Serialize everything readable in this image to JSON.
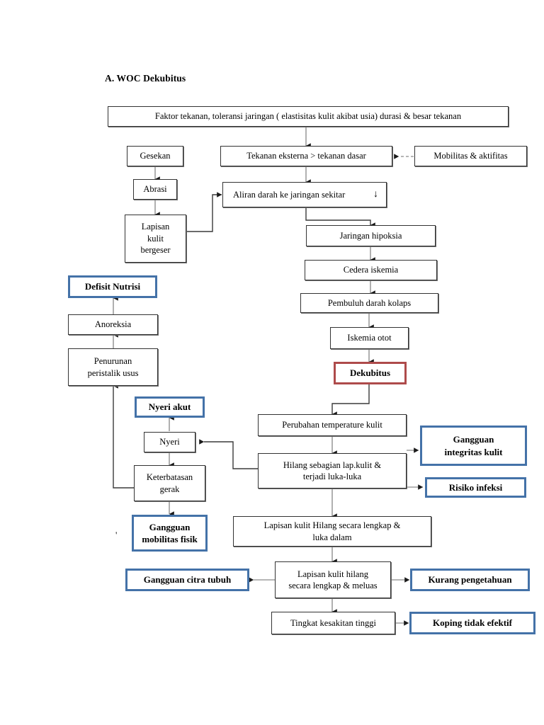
{
  "document": {
    "title": "A.  WOC Dekubitus",
    "stray_mark": "'"
  },
  "colors": {
    "blue_border": "#4472A8",
    "red_border": "#AE4B4B",
    "plain_border": "#333333",
    "connector": "#6e6e6e",
    "text": "#000000",
    "background": "#ffffff"
  },
  "diagram": {
    "type": "flowchart",
    "nodes": [
      {
        "id": "faktor",
        "label": "Faktor  tekanan, toleransi jaringan ( elastisitas kulit akibat usia) durasi & besar tekanan",
        "style": "plain"
      },
      {
        "id": "gesekan",
        "label": "Gesekan",
        "style": "plain"
      },
      {
        "id": "tekanan_eks",
        "label": "Tekanan eksterna > tekanan dasar",
        "style": "plain"
      },
      {
        "id": "mobilitas",
        "label": "Mobilitas & aktifitas",
        "style": "plain"
      },
      {
        "id": "abrasi",
        "label": "Abrasi",
        "style": "plain"
      },
      {
        "id": "aliran_darah",
        "label": "Aliran darah ke jaringan sekitar",
        "style": "plain"
      },
      {
        "id": "lapisan_geser",
        "label": "Lapisan kulit bergeser",
        "style": "plain"
      },
      {
        "id": "jaringan_hip",
        "label": "Jaringan hipoksia",
        "style": "plain"
      },
      {
        "id": "cedera",
        "label": "Cedera iskemia",
        "style": "plain"
      },
      {
        "id": "pembuluh",
        "label": "Pembuluh darah kolaps",
        "style": "plain"
      },
      {
        "id": "iskemia_otot",
        "label": "Iskemia otot",
        "style": "plain"
      },
      {
        "id": "dekubitus",
        "label": "Dekubitus",
        "style": "red"
      },
      {
        "id": "defisit",
        "label": "Defisit Nutrisi",
        "style": "blue"
      },
      {
        "id": "anoreksia",
        "label": "Anoreksia",
        "style": "plain"
      },
      {
        "id": "penurunan",
        "label": "Penurunan peristalik usus",
        "style": "plain"
      },
      {
        "id": "nyeri_akut",
        "label": "Nyeri akut",
        "style": "blue"
      },
      {
        "id": "nyeri",
        "label": "Nyeri",
        "style": "plain"
      },
      {
        "id": "keterbatasan",
        "label": "Keterbatasan gerak",
        "style": "plain"
      },
      {
        "id": "gang_mob",
        "label": "Gangguan mobilitas fisik",
        "style": "blue"
      },
      {
        "id": "perubahan",
        "label": "Perubahan temperature kulit",
        "style": "plain"
      },
      {
        "id": "hilang_seb",
        "label": "Hilang sebagian lap.kulit & terjadi luka-luka",
        "style": "plain"
      },
      {
        "id": "gang_integ",
        "label": "Gangguan integritas kulit",
        "style": "blue"
      },
      {
        "id": "risiko_inf",
        "label": "Risiko infeksi",
        "style": "blue"
      },
      {
        "id": "lap_lengkap",
        "label": "Lapisan kulit Hilang secara lengkap & luka dalam",
        "style": "plain"
      },
      {
        "id": "gang_citra",
        "label": "Gangguan citra tubuh",
        "style": "blue"
      },
      {
        "id": "lap_meluas",
        "label": "Lapisan kulit hilang secara lengkap & meluas",
        "style": "plain"
      },
      {
        "id": "kurang_peng",
        "label": "Kurang pengetahuan",
        "style": "blue"
      },
      {
        "id": "tingkat",
        "label": "Tingkat kesakitan tinggi",
        "style": "plain"
      },
      {
        "id": "koping",
        "label": "Koping tidak efektif",
        "style": "blue"
      }
    ],
    "node_labels": {
      "faktor": "Faktor  tekanan, toleransi jaringan ( elastisitas kulit akibat usia) durasi & besar tekanan",
      "gesekan": "Gesekan",
      "tekanan_eks": "Tekanan eksterna > tekanan dasar",
      "mobilitas": "Mobilitas & aktifitas",
      "abrasi": "Abrasi",
      "aliran_darah": "Aliran darah ke jaringan sekitar",
      "lapisan_geser_l1": "Lapisan",
      "lapisan_geser_l2": "kulit",
      "lapisan_geser_l3": "bergeser",
      "jaringan_hip": "Jaringan hipoksia",
      "cedera": "Cedera iskemia",
      "pembuluh": "Pembuluh darah kolaps",
      "iskemia_otot": "Iskemia otot",
      "dekubitus": "Dekubitus",
      "defisit": "Defisit Nutrisi",
      "anoreksia": "Anoreksia",
      "penurunan_l1": "Penurunan",
      "penurunan_l2": "peristalik usus",
      "nyeri_akut": "Nyeri akut",
      "nyeri": "Nyeri",
      "keterbatasan_l1": "Keterbatasan",
      "keterbatasan_l2": "gerak",
      "gang_mob_l1": "Gangguan",
      "gang_mob_l2": "mobilitas fisik",
      "perubahan": "Perubahan temperature kulit",
      "hilang_seb_l1": "Hilang sebagian lap.kulit &",
      "hilang_seb_l2": "terjadi luka-luka",
      "gang_integ_l1": "Gangguan",
      "gang_integ_l2": "integritas kulit",
      "risiko_inf": "Risiko infeksi",
      "lap_lengkap_l1": "Lapisan kulit Hilang secara lengkap &",
      "lap_lengkap_l2": "luka dalam",
      "gang_citra": "Gangguan citra tubuh",
      "lap_meluas_l1": "Lapisan kulit hilang",
      "lap_meluas_l2": "secara lengkap & meluas",
      "kurang_peng": "Kurang pengetahuan",
      "tingkat": "Tingkat kesakitan tinggi",
      "koping": "Koping tidak efektif",
      "inline_down_arrow": "↓"
    },
    "edges": [
      {
        "from": "faktor",
        "to": "tekanan_eks",
        "kind": "arrow-down"
      },
      {
        "from": "mobilitas",
        "to": "tekanan_eks",
        "kind": "arrow-left-dashed"
      },
      {
        "from": "gesekan",
        "to": "abrasi",
        "kind": "arrow-down"
      },
      {
        "from": "abrasi",
        "to": "lapisan_geser",
        "kind": "arrow-down"
      },
      {
        "from": "tekanan_eks",
        "to": "aliran_darah",
        "kind": "arrow-down"
      },
      {
        "from": "lapisan_geser",
        "to": "aliran_darah",
        "kind": "elbow-right-up"
      },
      {
        "from": "aliran_darah",
        "to": "jaringan_hip",
        "kind": "elbow-down-right"
      },
      {
        "from": "jaringan_hip",
        "to": "cedera",
        "kind": "arrow-down"
      },
      {
        "from": "cedera",
        "to": "pembuluh",
        "kind": "arrow-down"
      },
      {
        "from": "pembuluh",
        "to": "iskemia_otot",
        "kind": "arrow-down"
      },
      {
        "from": "iskemia_otot",
        "to": "dekubitus",
        "kind": "arrow-down"
      },
      {
        "from": "dekubitus",
        "to": "perubahan",
        "kind": "elbow-down-left"
      },
      {
        "from": "perubahan",
        "to": "hilang_seb",
        "kind": "arrow-down"
      },
      {
        "from": "hilang_seb",
        "to": "gang_integ",
        "kind": "arrow-right"
      },
      {
        "from": "hilang_seb",
        "to": "risiko_inf",
        "kind": "arrow-right"
      },
      {
        "from": "hilang_seb",
        "to": "nyeri",
        "kind": "elbow-left-up"
      },
      {
        "from": "nyeri",
        "to": "nyeri_akut",
        "kind": "arrow-up"
      },
      {
        "from": "nyeri",
        "to": "keterbatasan",
        "kind": "arrow-down"
      },
      {
        "from": "keterbatasan",
        "to": "gang_mob",
        "kind": "arrow-down"
      },
      {
        "from": "keterbatasan",
        "to": "penurunan",
        "kind": "elbow-left-up"
      },
      {
        "from": "penurunan",
        "to": "anoreksia",
        "kind": "arrow-up"
      },
      {
        "from": "anoreksia",
        "to": "defisit",
        "kind": "arrow-up"
      },
      {
        "from": "hilang_seb",
        "to": "lap_lengkap",
        "kind": "arrow-down"
      },
      {
        "from": "lap_lengkap",
        "to": "lap_meluas",
        "kind": "arrow-down"
      },
      {
        "from": "lap_meluas",
        "to": "gang_citra",
        "kind": "arrow-left"
      },
      {
        "from": "lap_meluas",
        "to": "kurang_peng",
        "kind": "arrow-right"
      },
      {
        "from": "lap_meluas",
        "to": "tingkat",
        "kind": "arrow-down"
      },
      {
        "from": "tingkat",
        "to": "koping",
        "kind": "arrow-right"
      }
    ]
  }
}
